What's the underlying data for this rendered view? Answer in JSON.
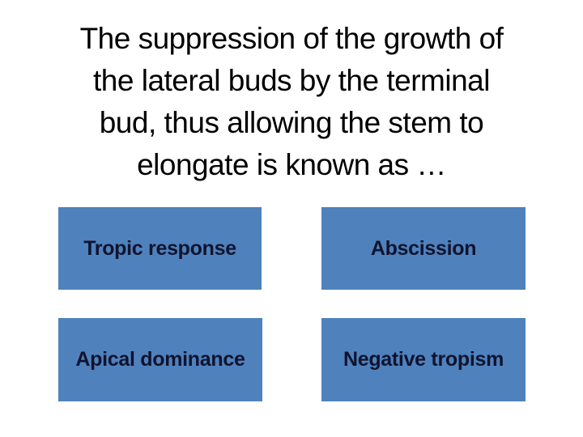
{
  "question": {
    "text": "The suppression of the growth of the lateral buds by the terminal bud, thus allowing the stem to elongate is known as …",
    "lines": [
      "The suppression of the growth of",
      "the lateral buds by the terminal",
      "bud, thus allowing the stem to",
      "elongate is known as …"
    ]
  },
  "options": [
    {
      "label": "Tropic response"
    },
    {
      "label": "Abscission"
    },
    {
      "label": "Apical dominance"
    },
    {
      "label": "Negative tropism"
    }
  ],
  "colors": {
    "background": "#ffffff",
    "question_text": "#000000",
    "option_fill": "#4F81BD",
    "option_text": "#10142E"
  }
}
